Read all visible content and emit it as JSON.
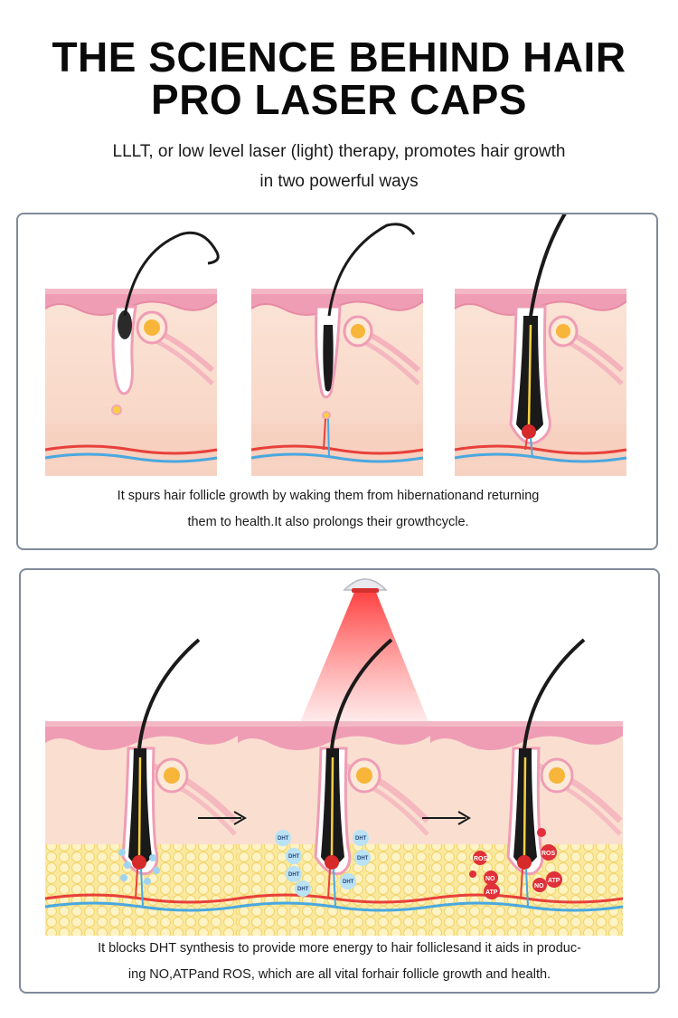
{
  "header": {
    "title_line1": "THE SCIENCE BEHIND HAIR",
    "title_line2": "PRO LASER CAPS",
    "subtitle_line1": "LLLT, or low level laser (light) therapy, promotes hair growth",
    "subtitle_line2": "in two powerful ways"
  },
  "panel1": {
    "caption_line1": "It spurs hair follicle growth by waking them from hibernationand returning",
    "caption_line2": "them to health.It also prolongs their growthcycle."
  },
  "panel2": {
    "caption_line1": "It blocks DHT synthesis to provide more energy to hair folliclesand it aids in produc-",
    "caption_line2": "ing NO,ATPand ROS, which are all vital forhair follicle growth and health.",
    "dht_label": "DHT",
    "ros_label": "ROS",
    "atp_label": "ATP",
    "no_label": "NO"
  },
  "colors": {
    "skin_top": "#ef9db5",
    "skin_body": "#fadfd0",
    "fat_yellow": "#fbe9a0",
    "artery": "#e8403a",
    "vein": "#4aa8e0",
    "panel_border": "#808a99",
    "laser_red": "#ff2a2a"
  },
  "icons": [
    "laser-device-icon",
    "right-arrow-icon"
  ]
}
